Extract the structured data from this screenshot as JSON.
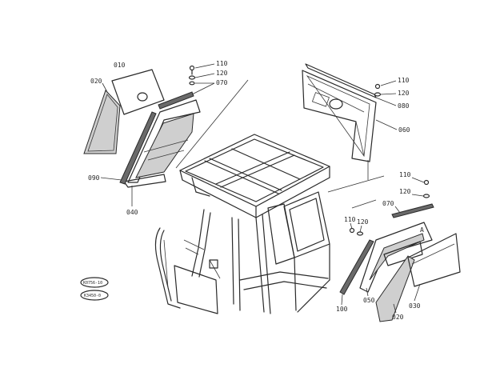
{
  "part_numbers": {
    "p010": "010",
    "p020_left": "020",
    "p090": "090",
    "p040": "040",
    "p110_left": "110",
    "p120_left": "120",
    "p070_left": "070",
    "p110_right_top": "110",
    "p120_right_top": "120",
    "p080": "080",
    "p060": "060",
    "p110_right": "110",
    "p120_right": "120",
    "p070_right": "070",
    "p110_mid": "110",
    "p120_mid": "120",
    "p100": "100",
    "p050": "050",
    "p020_right": "020",
    "p030": "030",
    "p_a": "A"
  },
  "stamps": {
    "stamp1": "K0756-10",
    "stamp2": "K3450-0"
  }
}
